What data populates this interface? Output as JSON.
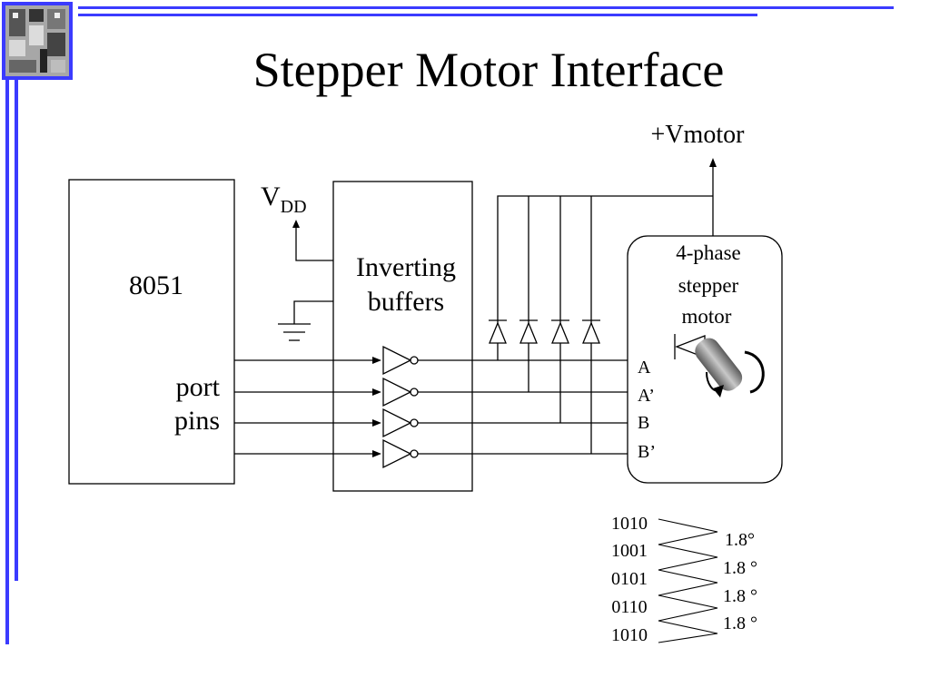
{
  "slide": {
    "title": "Stepper Motor Interface",
    "colors": {
      "accent_blue": "#3b3bff",
      "ink": "#000000",
      "background": "#ffffff"
    }
  },
  "diagram": {
    "microcontroller": {
      "name": "8051",
      "port_label_line1": "port",
      "port_label_line2": "pins"
    },
    "supply_vdd": {
      "main": "V",
      "subscript": "DD"
    },
    "buffer_block": {
      "label_line1": "Inverting",
      "label_line2": "buffers"
    },
    "supply_motor": "+Vmotor",
    "motor": {
      "label_line1": "4-phase",
      "label_line2": "stepper",
      "label_line3": "motor",
      "phases": [
        "A",
        "A’",
        "B",
        "B’"
      ]
    },
    "step_table": {
      "sequence": [
        "1010",
        "1001",
        "0101",
        "0110",
        "1010"
      ],
      "angles": [
        "1.8°",
        "1.8 °",
        "1.8 °",
        "1.8 °"
      ]
    }
  }
}
